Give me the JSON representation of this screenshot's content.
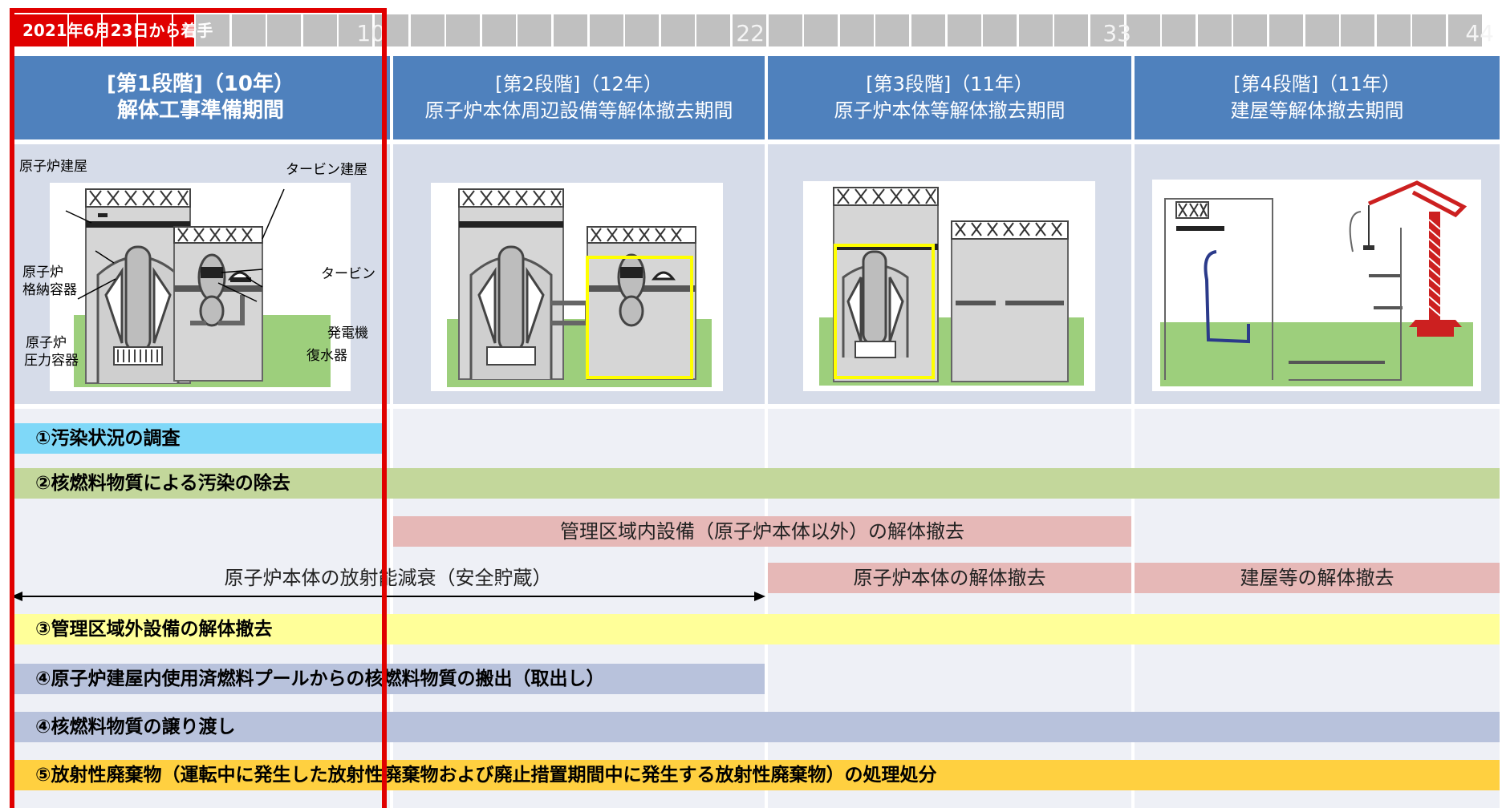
{
  "timeline": {
    "start_label": "2021年6月23日から着手",
    "year_markers": [
      "10",
      "22",
      "33",
      "44"
    ]
  },
  "phases": [
    {
      "title": "[第1段階]（10年）",
      "subtitle": "解体工事準備期間"
    },
    {
      "title": "[第2段階]（12年）",
      "subtitle": "原子炉本体周辺設備等解体撤去期間"
    },
    {
      "title": "[第3段階]（11年）",
      "subtitle": "原子炉本体等解体撤去期間"
    },
    {
      "title": "[第4段階]（11年）",
      "subtitle": "建屋等解体撤去期間"
    }
  ],
  "diagram_labels": {
    "reactor_building": "原子炉建屋",
    "turbine_building": "タービン建屋",
    "containment_line1": "原子炉",
    "containment_line2": "格納容器",
    "pressure_vessel_line1": "原子炉",
    "pressure_vessel_line2": "圧力容器",
    "turbine": "タービン",
    "generator": "発電機",
    "condenser": "復水器"
  },
  "tasks": {
    "t1": "①汚染状況の調査",
    "t2": "②核燃料物質による汚染の除去",
    "t3": "管理区域内設備（原子炉本体以外）の解体撤去",
    "t4": "原子炉本体の放射能減衰（安全貯蔵）",
    "t5": "原子炉本体の解体撤去",
    "t6": "建屋等の解体撤去",
    "t7": "③管理区域外設備の解体撤去",
    "t8": "④原子炉建屋内使用済燃料プールからの核燃料物質の搬出（取出し）",
    "t9": "④核燃料物質の譲り渡し",
    "t10": "⑤放射性廃棄物（運転中に発生した放射性廃棄物および廃止措置期間中に発生する放射性廃棄物）の処理処分"
  },
  "colors": {
    "header_blue": "#4f81bd",
    "highlight_red": "#e00000",
    "survey_cyan": "#7fd8f8",
    "decon_green": "#c3d79b",
    "dismantle_pink": "#e6b8b7",
    "outside_yellow": "#ffff99",
    "fuel_lavender": "#b8c2dc",
    "waste_orange": "#ffd040"
  }
}
